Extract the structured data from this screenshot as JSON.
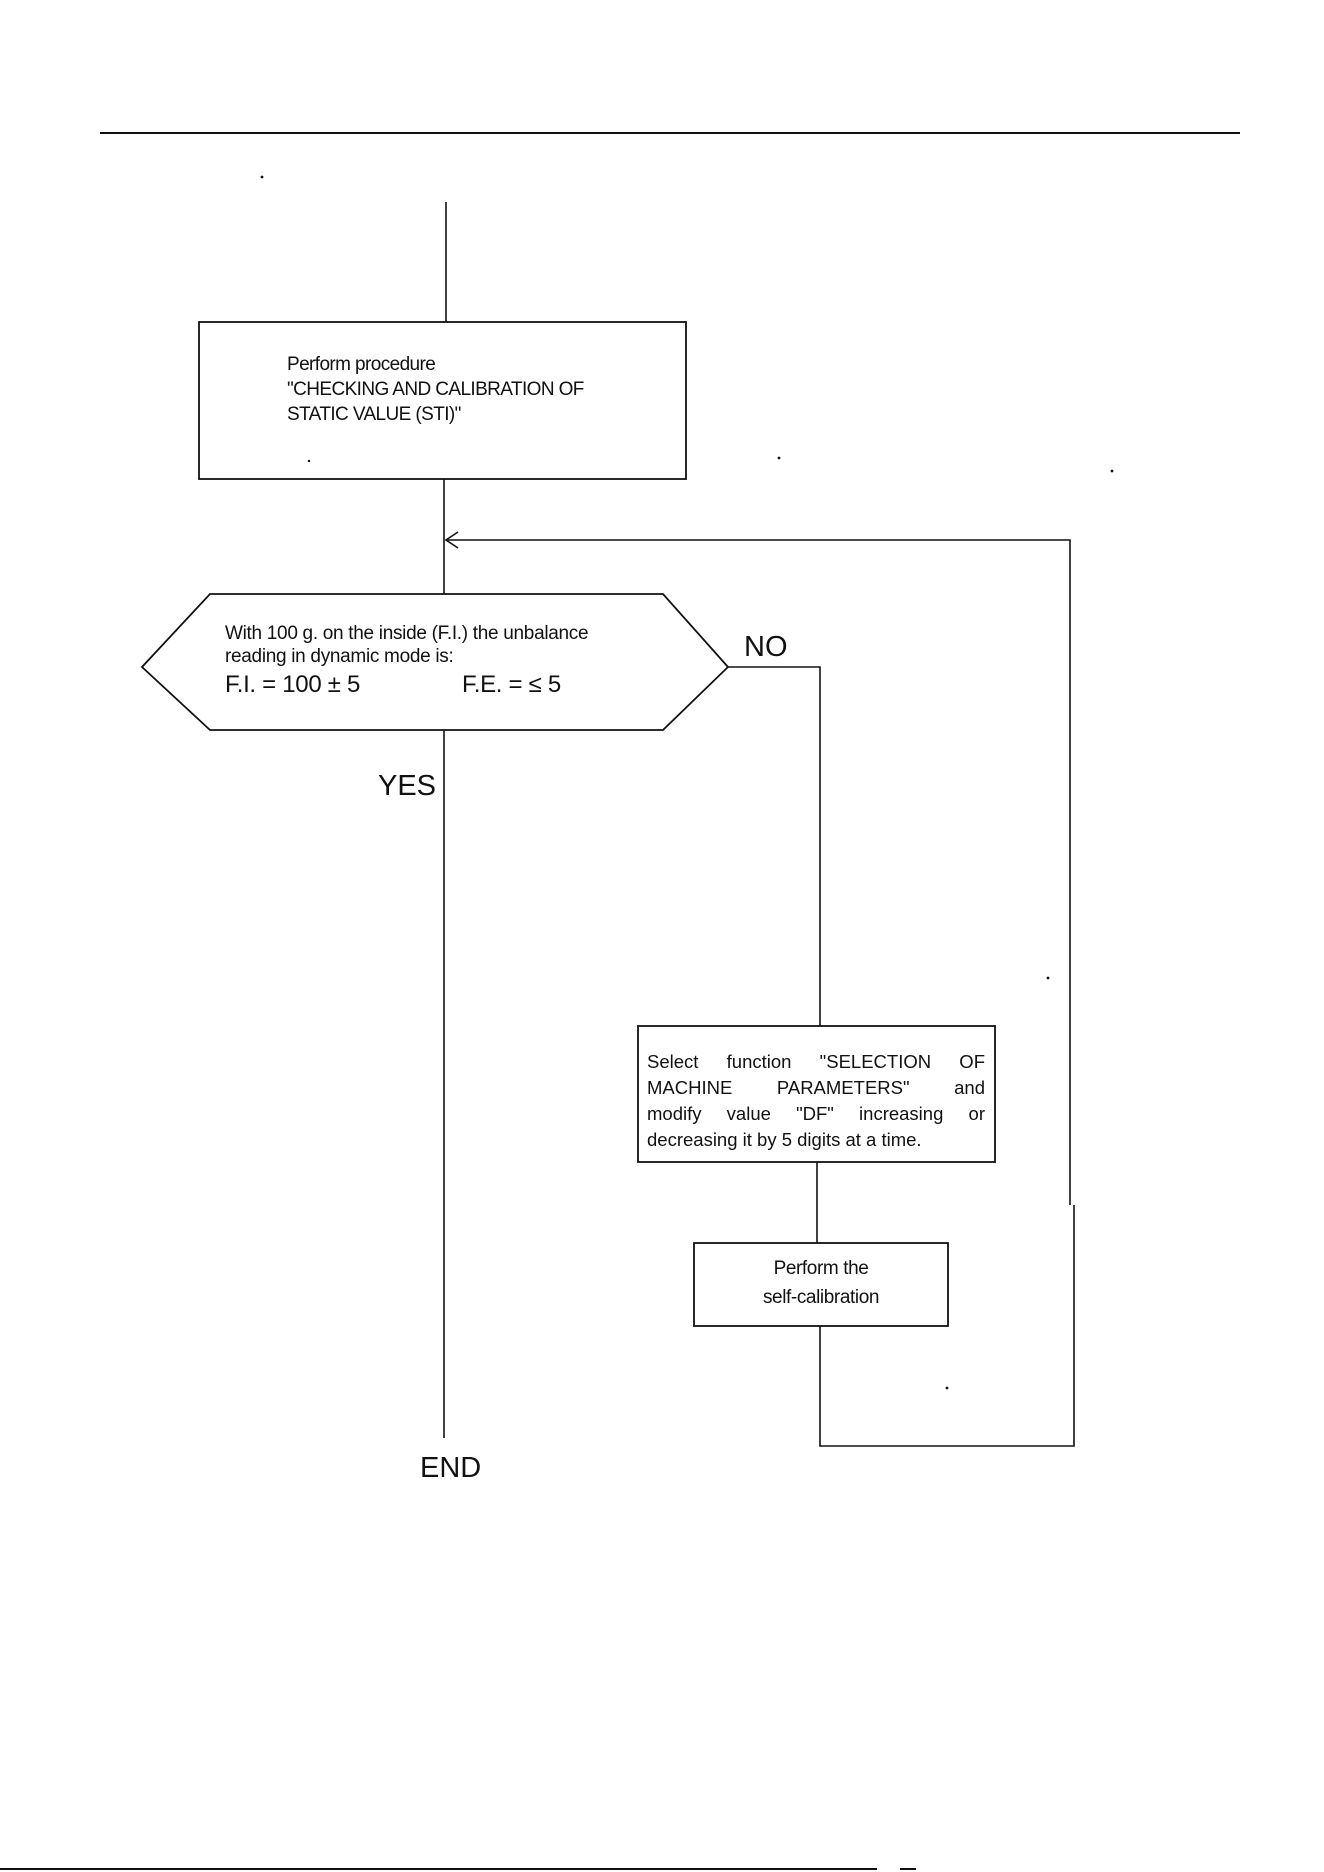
{
  "boxes": {
    "perform_sti": {
      "lines": [
        "Perform procedure",
        "\"CHECKING AND CALIBRATION OF",
        "STATIC VALUE (STI)\""
      ]
    },
    "decision": {
      "lines": [
        "With 100 g. on the inside (F.I.) the unbalance",
        "reading in dynamic mode is:"
      ],
      "formula_fi": "F.I. = 100 ± 5",
      "formula_fe": "F.E. = ≤ 5"
    },
    "select_function": {
      "lines": [
        "Select function \"SELECTION OF",
        "MACHINE PARAMETERS\" and",
        "modify value \"DF\" increasing or",
        "decreasing it by 5 digits at a time."
      ]
    },
    "self_calibration": {
      "lines": [
        "Perform the",
        "self-calibration"
      ]
    }
  },
  "labels": {
    "no": "NO",
    "yes": "YES",
    "end": "END"
  }
}
